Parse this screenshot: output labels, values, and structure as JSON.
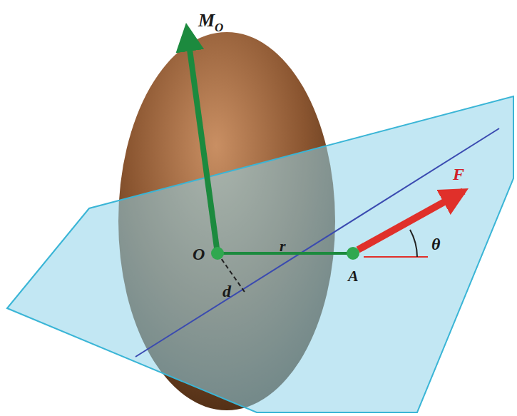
{
  "diagram": {
    "labels": [
      "M",
      "O",
      "O",
      "r",
      "A",
      "F",
      "θ",
      "d"
    ]
  }
}
